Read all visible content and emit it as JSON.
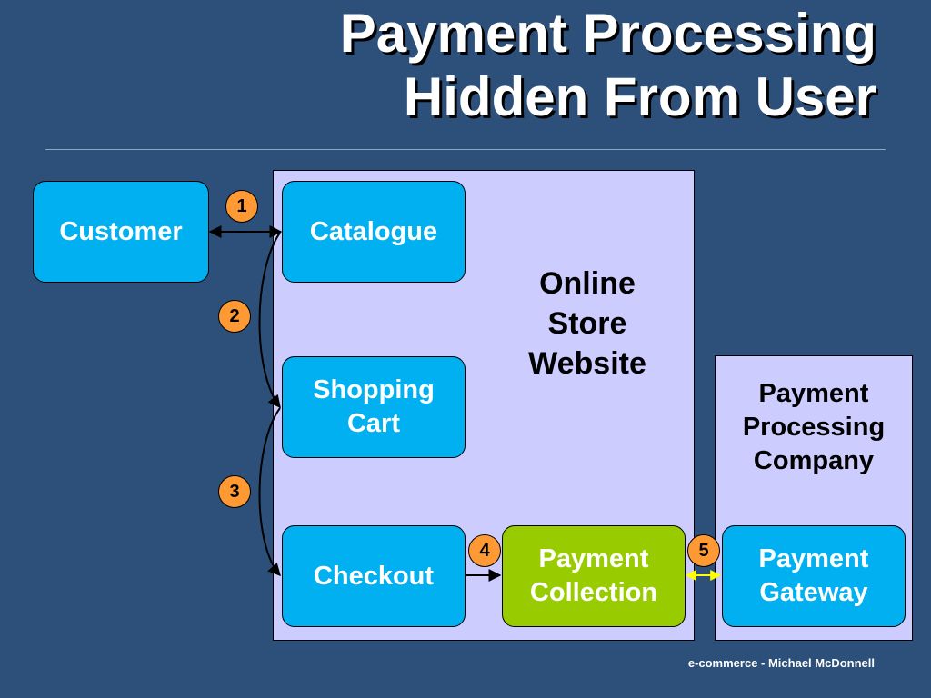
{
  "title": {
    "line1": "Payment Processing",
    "line2": "Hidden From User"
  },
  "containers": {
    "online_store": {
      "line1": "Online",
      "line2": "Store",
      "line3": "Website"
    },
    "payment_company": {
      "line1": "Payment",
      "line2": "Processing",
      "line3": "Company"
    }
  },
  "nodes": {
    "customer": {
      "line1": "Customer"
    },
    "catalogue": {
      "line1": "Catalogue"
    },
    "shopping_cart": {
      "line1": "Shopping",
      "line2": "Cart"
    },
    "checkout": {
      "line1": "Checkout"
    },
    "payment_collection": {
      "line1": "Payment",
      "line2": "Collection"
    },
    "payment_gateway": {
      "line1": "Payment",
      "line2": "Gateway"
    }
  },
  "steps": [
    "1",
    "2",
    "3",
    "4",
    "5"
  ],
  "colors": {
    "background": "#2c5079",
    "container_fill": "#ccccff",
    "node_blue": "#00b0f0",
    "node_green": "#99cc00",
    "badge": "#ff9933",
    "link_5": "#ffff00"
  },
  "footer": "e-commerce - Michael McDonnell"
}
